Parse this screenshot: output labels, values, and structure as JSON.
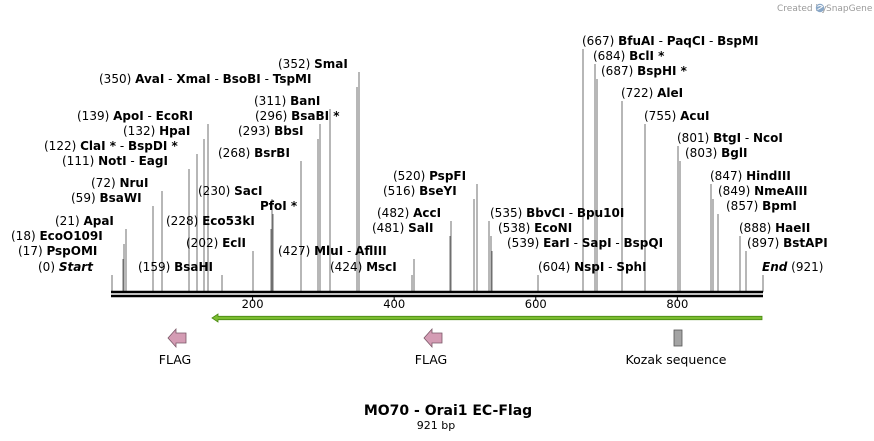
{
  "watermark": {
    "text": "Created by",
    "brand": "SnapGene",
    "icon": "snapgene-logo-icon"
  },
  "map": {
    "title": "MO70 - Orai1 EC-Flag",
    "length_label": "921 bp",
    "length": 921,
    "ticks": [
      "200",
      "400",
      "600",
      "800"
    ],
    "orf_color": "#7bbd30",
    "feature_color": "#d49cb4",
    "kozak_color": "#a4a4a4"
  },
  "sites": [
    {
      "pos": "(0)",
      "names": [
        "Start"
      ],
      "italic": true
    },
    {
      "pos": "(17)",
      "names": [
        "PspOMI"
      ]
    },
    {
      "pos": "(18)",
      "names": [
        "EcoO109I"
      ]
    },
    {
      "pos": "(21)",
      "names": [
        "ApaI"
      ]
    },
    {
      "pos": "(59)",
      "names": [
        "BsaWI"
      ]
    },
    {
      "pos": "(72)",
      "names": [
        "NruI"
      ]
    },
    {
      "pos": "(111)",
      "names": [
        "NotI",
        "EagI"
      ]
    },
    {
      "pos": "(122)",
      "names": [
        "ClaI *",
        "BspDI *"
      ]
    },
    {
      "pos": "(132)",
      "names": [
        "HpaI"
      ]
    },
    {
      "pos": "(139)",
      "names": [
        "ApoI",
        "EcoRI"
      ]
    },
    {
      "pos": "(159)",
      "names": [
        "BsaHI"
      ]
    },
    {
      "pos": "(202)",
      "names": [
        "EclI"
      ]
    },
    {
      "pos": "(228)",
      "names": [
        "Eco53kI"
      ]
    },
    {
      "pos": "(230)",
      "names": [
        "SacI"
      ]
    },
    {
      "pos": "(268)",
      "names": [
        "BsrBI"
      ]
    },
    {
      "pos": "",
      "names": [
        "PfoI *"
      ]
    },
    {
      "pos": "(293)",
      "names": [
        "BbsI"
      ]
    },
    {
      "pos": "(296)",
      "names": [
        "BsaBI *"
      ]
    },
    {
      "pos": "(311)",
      "names": [
        "BanI"
      ]
    },
    {
      "pos": "(350)",
      "names": [
        "AvaI",
        "XmaI",
        "BsoBI",
        "TspMI"
      ]
    },
    {
      "pos": "(352)",
      "names": [
        "SmaI"
      ]
    },
    {
      "pos": "(424)",
      "names": [
        "MscI"
      ]
    },
    {
      "pos": "(427)",
      "names": [
        "MluI",
        "AflIII"
      ]
    },
    {
      "pos": "(481)",
      "names": [
        "SalI"
      ]
    },
    {
      "pos": "(482)",
      "names": [
        "AccI"
      ]
    },
    {
      "pos": "(516)",
      "names": [
        "BseYI"
      ]
    },
    {
      "pos": "(520)",
      "names": [
        "PspFI"
      ]
    },
    {
      "pos": "(535)",
      "names": [
        "BbvCI",
        "Bpu10I"
      ]
    },
    {
      "pos": "(538)",
      "names": [
        "EcoNI"
      ]
    },
    {
      "pos": "(539)",
      "names": [
        "EarI",
        "SapI",
        "BspQI"
      ]
    },
    {
      "pos": "(604)",
      "names": [
        "NspI",
        "SphI"
      ]
    },
    {
      "pos": "(667)",
      "names": [
        "BfuAI",
        "PaqCI",
        "BspMI"
      ]
    },
    {
      "pos": "(684)",
      "names": [
        "BclI *"
      ]
    },
    {
      "pos": "(687)",
      "names": [
        "BspHI *"
      ]
    },
    {
      "pos": "(722)",
      "names": [
        "AleI"
      ]
    },
    {
      "pos": "(755)",
      "names": [
        "AcuI"
      ]
    },
    {
      "pos": "(801)",
      "names": [
        "BtgI",
        "NcoI"
      ]
    },
    {
      "pos": "(803)",
      "names": [
        "BglI"
      ]
    },
    {
      "pos": "(847)",
      "names": [
        "HindIII"
      ]
    },
    {
      "pos": "(849)",
      "names": [
        "NmeAIII"
      ]
    },
    {
      "pos": "(857)",
      "names": [
        "BpmI"
      ]
    },
    {
      "pos": "(888)",
      "names": [
        "HaeII"
      ]
    },
    {
      "pos": "(897)",
      "names": [
        "BstAPI"
      ]
    },
    {
      "pos": "(921)",
      "names": [
        "End"
      ],
      "italic": true
    }
  ],
  "features": [
    {
      "name": "FLAG",
      "icon": "arrow-left-icon"
    },
    {
      "name": "FLAG",
      "icon": "arrow-left-icon"
    },
    {
      "name": "Kozak sequence",
      "icon": "kozak-box-icon"
    }
  ]
}
